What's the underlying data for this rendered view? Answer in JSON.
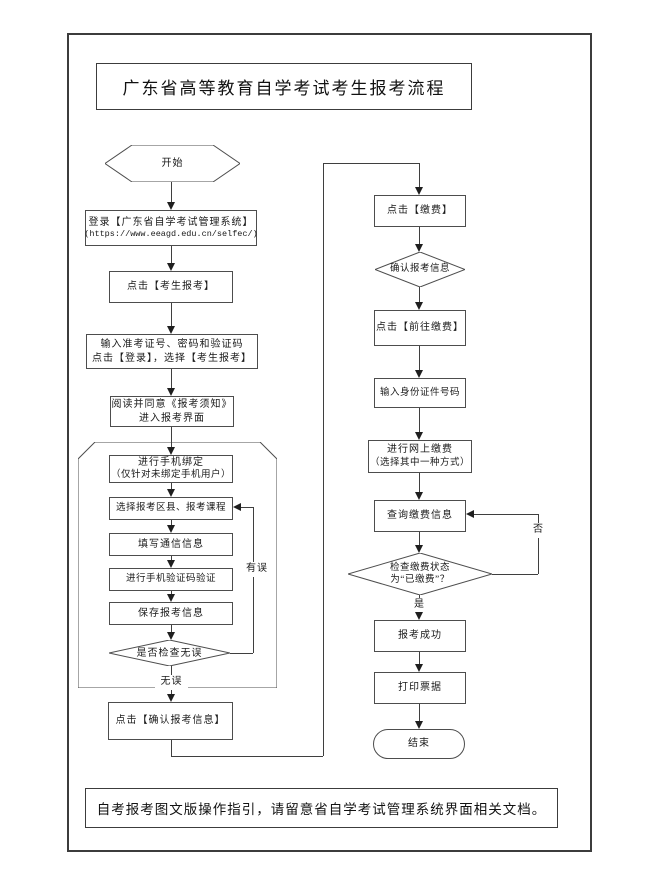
{
  "page": {
    "title": "广东省高等教育自学考试考生报考流程",
    "footer_note": "自考报考图文版操作指引，请留意省自学考试管理系统界面相关文档。"
  },
  "flow": {
    "start": "开始",
    "login_line1": "登录【广东省自学考试管理系统】",
    "login_line2": "(https://www.eeagd.edu.cn/selfec/)",
    "click_candidate_register": "点击【考生报考】",
    "credentials_line1": "输入准考证号、密码和验证码",
    "credentials_line2": "点击【登录】，选择【考生报考】",
    "notice_line1": "阅读并同意《报考须知》",
    "notice_line2": "进入报考界面",
    "phone_bind_line1": "进行手机绑定",
    "phone_bind_line2": "（仅针对未绑定手机用户）",
    "select_district_course": "选择报考区县、报考课程",
    "fill_comm_info": "填写通信信息",
    "sms_verification": "进行手机验证码验证",
    "save_info": "保存报考信息",
    "check_correct": "是否检查无误",
    "label_correct": "无误",
    "label_error": "有误",
    "click_confirm_info": "点击【确认报考信息】",
    "click_pay": "点击【缴费】",
    "confirm_info": "确认报考信息",
    "click_goto_pay": "点击【前往缴费】",
    "enter_id": "输入身份证件号码",
    "online_pay_line1": "进行网上缴费",
    "online_pay_line2": "（选择其中一种方式）",
    "query_pay": "查询缴费信息",
    "check_status_line1": "检查缴费状态",
    "check_status_line2": "为“已缴费”？",
    "label_yes": "是",
    "label_no": "否",
    "register_success": "报考成功",
    "print_receipt": "打印票据",
    "end": "结束"
  },
  "colors": {
    "line": "#3f3f3f",
    "arrow": "#1f1f1f",
    "background": "#ffffff",
    "text": "#1a1a1a"
  }
}
